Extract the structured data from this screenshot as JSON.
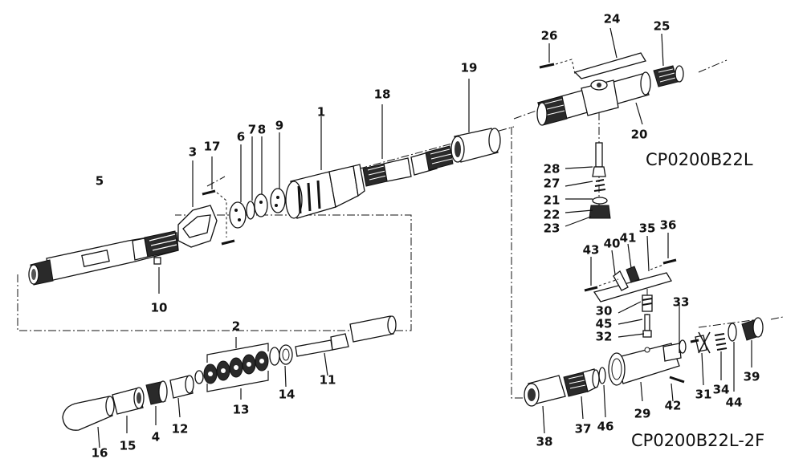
{
  "models": {
    "top": "CP0200B22L",
    "bottom": "CP0200B22L-2F"
  },
  "callouts": {
    "p1": "1",
    "p2": "2",
    "p3": "3",
    "p4": "4",
    "p5": "5",
    "p6": "6",
    "p7": "7",
    "p8": "8",
    "p9": "9",
    "p10": "10",
    "p11": "11",
    "p12": "12",
    "p13": "13",
    "p14": "14",
    "p15": "15",
    "p16": "16",
    "p17": "17",
    "p18": "18",
    "p19": "19",
    "p20": "20",
    "p21": "21",
    "p22": "22",
    "p23": "23",
    "p24": "24",
    "p25": "25",
    "p26": "26",
    "p27": "27",
    "p28": "28",
    "p29": "29",
    "p30": "30",
    "p31": "31",
    "p32": "32",
    "p33": "33",
    "p34": "34",
    "p35": "35",
    "p36": "36",
    "p37": "37",
    "p38": "38",
    "p39": "39",
    "p40": "40",
    "p41": "41",
    "p42": "42",
    "p43": "43",
    "p44": "44",
    "p45": "45",
    "p46": "46"
  }
}
